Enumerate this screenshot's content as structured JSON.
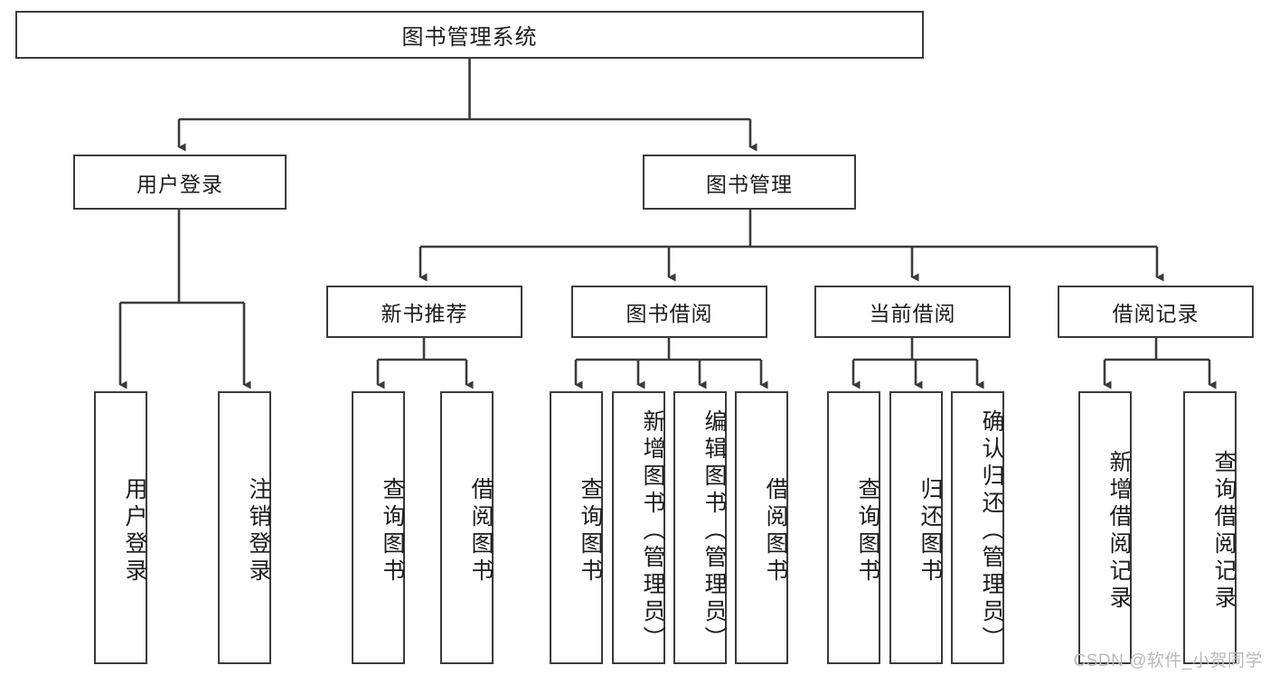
{
  "diagram": {
    "title": "图书管理系统",
    "watermark": "CSDN @软件_小贺同学",
    "line_color": "#3b3b3b",
    "box_border_color": "#3b3b3b",
    "box_fill_color": "#ffffff",
    "text_color": "#1c1c1c",
    "watermark_color": "#b9b9b9",
    "levels": {
      "root": {
        "label": "图书管理系统"
      },
      "level2": [
        {
          "label": "用户登录"
        },
        {
          "label": "图书管理"
        }
      ],
      "level3": [
        {
          "label": "新书推荐"
        },
        {
          "label": "图书借阅"
        },
        {
          "label": "当前借阅"
        },
        {
          "label": "借阅记录"
        }
      ],
      "leaves": {
        "user_login": [
          {
            "label": "用户登录"
          },
          {
            "label": "注销登录"
          }
        ],
        "new_book_recommend": [
          {
            "label": "查询图书"
          },
          {
            "label": "借阅图书"
          }
        ],
        "book_borrow": [
          {
            "label": "查询图书"
          },
          {
            "label": "新增图书（管理员）"
          },
          {
            "label": "编辑图书（管理员）"
          },
          {
            "label": "借阅图书"
          }
        ],
        "current_borrow": [
          {
            "label": "查询图书"
          },
          {
            "label": "归还图书"
          },
          {
            "label": "确认归还（管理员）"
          }
        ],
        "borrow_records": [
          {
            "label": "新增借阅记录"
          },
          {
            "label": "查询借阅记录"
          }
        ]
      }
    }
  }
}
